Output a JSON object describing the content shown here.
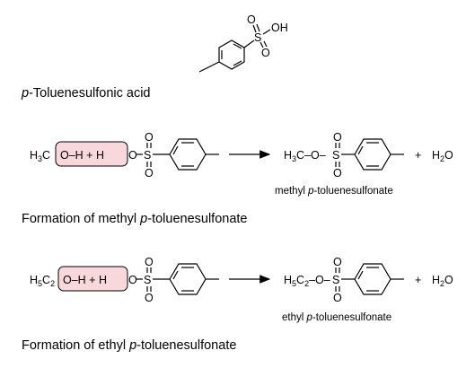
{
  "top": {
    "caption": {
      "pre": "p",
      "post": "-Toluenesulfonic acid"
    },
    "atoms": {
      "o1": "O",
      "o2": "O",
      "s": "S",
      "oh": "OH"
    }
  },
  "reaction1": {
    "reactant_alkyl": {
      "a": "H",
      "sub": "3",
      "b": "C"
    },
    "box_text": "O–H  +  H",
    "o_link": "O",
    "s": "S",
    "o_top": "O",
    "o_bot": "O",
    "product_alkyl": {
      "a": "H",
      "sub": "3",
      "b": "C–O–"
    },
    "p_s": "S",
    "p_o_top": "O",
    "p_o_bot": "O",
    "plus": "+",
    "water": {
      "a": "H",
      "sub": "2",
      "b": "O"
    },
    "product_name": {
      "pre": "methyl ",
      "italic": "p",
      "post": "-toluenesulfonate"
    },
    "caption": {
      "pre": "Formation of methyl ",
      "italic": "p",
      "post": "-toluenesulfonate"
    }
  },
  "reaction2": {
    "reactant_alkyl": {
      "a": "H",
      "sub1": "5",
      "b": "C",
      "sub2": "2"
    },
    "box_text": "O–H  +  H",
    "o_link": "O",
    "s": "S",
    "o_top": "O",
    "o_bot": "O",
    "product_alkyl": {
      "a": "H",
      "sub1": "5",
      "b": "C",
      "sub2": "2",
      "c": "–O–"
    },
    "p_s": "S",
    "p_o_top": "O",
    "p_o_bot": "O",
    "plus": "+",
    "water": {
      "a": "H",
      "sub": "2",
      "b": "O"
    },
    "product_name": {
      "pre": "ethyl ",
      "italic": "p",
      "post": "-toluenesulfonate"
    },
    "caption": {
      "pre": "Formation of ethyl ",
      "italic": "p",
      "post": "-toluenesulfonate"
    }
  }
}
